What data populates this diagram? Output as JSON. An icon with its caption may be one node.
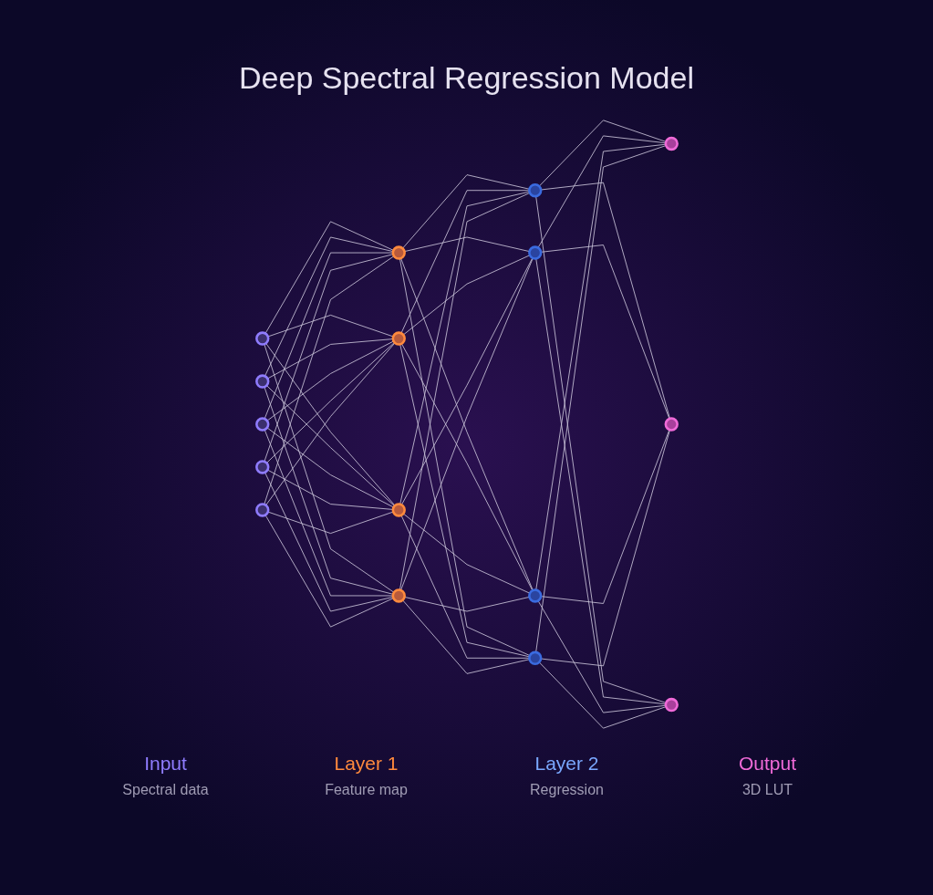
{
  "diagram": {
    "title": "Deep Spectral Regression Model",
    "nodes": [
      {
        "text": [],
        "shape": "circle"
      },
      {
        "text": [],
        "shape": "circle"
      },
      {
        "text": [],
        "shape": "circle"
      },
      {
        "text": [],
        "shape": "circle"
      },
      {
        "text": [],
        "shape": "circle"
      },
      {
        "text": [],
        "shape": "circle"
      },
      {
        "text": [],
        "shape": "circle"
      },
      {
        "text": [],
        "shape": "circle"
      },
      {
        "text": [],
        "shape": "circle"
      },
      {
        "text": [],
        "shape": "circle"
      },
      {
        "text": [],
        "shape": "circle"
      },
      {
        "text": [],
        "shape": "circle"
      },
      {
        "text": [],
        "shape": "circle"
      },
      {
        "text": [],
        "shape": "circle"
      },
      {
        "text": [],
        "shape": "circle"
      },
      {
        "text": [],
        "shape": "circle"
      }
    ],
    "edges": [
      {
        "from": 0,
        "to": 5,
        "arrow": "none"
      },
      {
        "from": 0,
        "to": 6,
        "arrow": "none"
      },
      {
        "from": 0,
        "to": 7,
        "arrow": "none"
      },
      {
        "from": 0,
        "to": 8,
        "arrow": "none"
      },
      {
        "from": 1,
        "to": 5,
        "arrow": "none"
      },
      {
        "from": 1,
        "to": 6,
        "arrow": "none"
      },
      {
        "from": 1,
        "to": 7,
        "arrow": "none"
      },
      {
        "from": 1,
        "to": 8,
        "arrow": "none"
      },
      {
        "from": 2,
        "to": 5,
        "arrow": "none"
      },
      {
        "from": 2,
        "to": 6,
        "arrow": "none"
      },
      {
        "from": 2,
        "to": 7,
        "arrow": "none"
      },
      {
        "from": 2,
        "to": 8,
        "arrow": "none"
      },
      {
        "from": 3,
        "to": 5,
        "arrow": "none"
      },
      {
        "from": 3,
        "to": 6,
        "arrow": "none"
      },
      {
        "from": 3,
        "to": 7,
        "arrow": "none"
      },
      {
        "from": 3,
        "to": 8,
        "arrow": "none"
      },
      {
        "from": 4,
        "to": 5,
        "arrow": "none"
      },
      {
        "from": 4,
        "to": 6,
        "arrow": "none"
      },
      {
        "from": 4,
        "to": 7,
        "arrow": "none"
      },
      {
        "from": 4,
        "to": 8,
        "arrow": "none"
      },
      {
        "from": 5,
        "to": 9,
        "arrow": "none"
      },
      {
        "from": 5,
        "to": 10,
        "arrow": "none"
      },
      {
        "from": 5,
        "to": 11,
        "arrow": "none"
      },
      {
        "from": 5,
        "to": 12,
        "arrow": "none"
      },
      {
        "from": 6,
        "to": 9,
        "arrow": "none"
      },
      {
        "from": 6,
        "to": 10,
        "arrow": "none"
      },
      {
        "from": 6,
        "to": 11,
        "arrow": "none"
      },
      {
        "from": 6,
        "to": 12,
        "arrow": "none"
      },
      {
        "from": 7,
        "to": 9,
        "arrow": "none"
      },
      {
        "from": 7,
        "to": 10,
        "arrow": "none"
      },
      {
        "from": 7,
        "to": 11,
        "arrow": "none"
      },
      {
        "from": 7,
        "to": 12,
        "arrow": "none"
      },
      {
        "from": 8,
        "to": 9,
        "arrow": "none"
      },
      {
        "from": 8,
        "to": 10,
        "arrow": "none"
      },
      {
        "from": 8,
        "to": 11,
        "arrow": "none"
      },
      {
        "from": 8,
        "to": 12,
        "arrow": "none"
      },
      {
        "from": 9,
        "to": 13,
        "arrow": "none"
      },
      {
        "from": 9,
        "to": 14,
        "arrow": "none"
      },
      {
        "from": 9,
        "to": 15,
        "arrow": "none"
      },
      {
        "from": 10,
        "to": 13,
        "arrow": "none"
      },
      {
        "from": 10,
        "to": 14,
        "arrow": "none"
      },
      {
        "from": 10,
        "to": 15,
        "arrow": "none"
      },
      {
        "from": 11,
        "to": 13,
        "arrow": "none"
      },
      {
        "from": 11,
        "to": 14,
        "arrow": "none"
      },
      {
        "from": 11,
        "to": 15,
        "arrow": "none"
      },
      {
        "from": 12,
        "to": 13,
        "arrow": "none"
      },
      {
        "from": 12,
        "to": 14,
        "arrow": "none"
      },
      {
        "from": 12,
        "to": 15,
        "arrow": "none"
      }
    ],
    "labels": [
      "Input",
      "Spectral data",
      "Layer 1",
      "Feature map",
      "Layer 2",
      "Regression",
      "Output",
      "3D LUT"
    ]
  }
}
